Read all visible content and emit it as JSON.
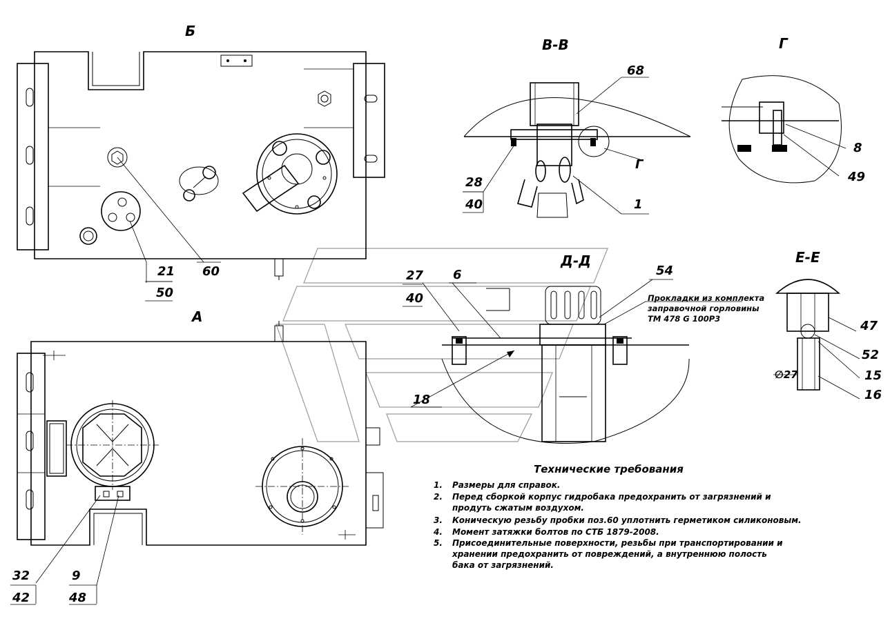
{
  "views": {
    "b": "Б",
    "a": "А",
    "vv": "В-В",
    "g": "Г",
    "dd": "Д-Д",
    "ee": "Е-Е",
    "g_ref": "Г"
  },
  "callouts": {
    "c68": "68",
    "c28": "28",
    "c40a": "40",
    "c1": "1",
    "c8": "8",
    "c49": "49",
    "c21": "21",
    "c50": "50",
    "c60": "60",
    "c27": "27",
    "c40b": "40",
    "c6": "6",
    "c54": "54",
    "c18": "18",
    "c47": "47",
    "c52": "52",
    "c15": "15",
    "c16": "16",
    "c32": "32",
    "c42": "42",
    "c9": "9",
    "c48": "48",
    "diam": "∅27"
  },
  "gasket_note": {
    "line1": "Прокладки из комплекта",
    "line2": "заправочной горловины",
    "line3": "ТМ 478 G 100Р3"
  },
  "requirements": {
    "title": "Технические требования",
    "items": [
      {
        "num": "1.",
        "lines": [
          "Размеры для справок."
        ]
      },
      {
        "num": "2.",
        "lines": [
          "Перед сборкой корпус гидробака предохранить от загрязнений и",
          "продуть сжатым воздухом."
        ]
      },
      {
        "num": "3.",
        "lines": [
          "Коническую резьбу пробки поз.60 уплотнить герметиком силиконовым."
        ]
      },
      {
        "num": "4.",
        "lines": [
          "Момент затяжки болтов по СТБ 1879-2008."
        ]
      },
      {
        "num": "5.",
        "lines": [
          "Присоединительные поверхности, резьбы при транспортировании и",
          "хранении предохранить от повреждений, а внутреннюю полость",
          "бака от загрязнений."
        ]
      }
    ]
  }
}
